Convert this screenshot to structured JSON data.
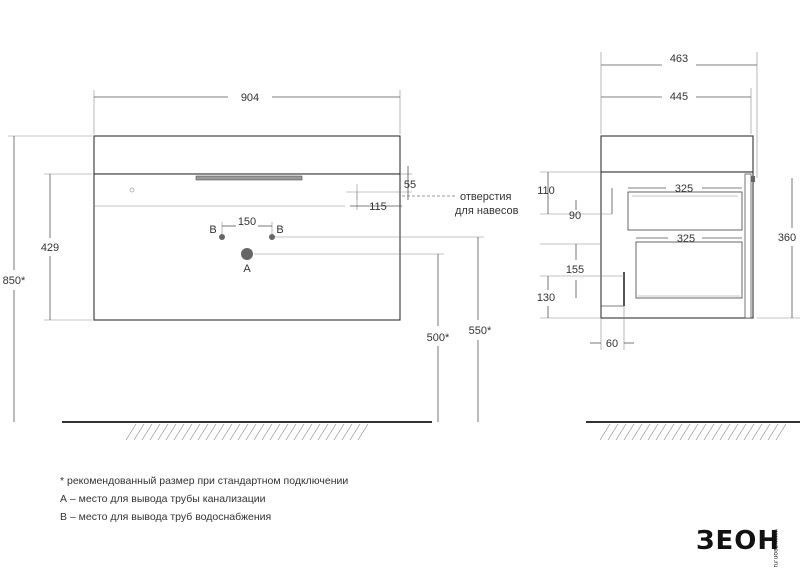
{
  "dimensions": {
    "width_total": "904",
    "height_total": "850*",
    "body_height": "429",
    "hole_offset_v": "55",
    "hole_offset_h": "115",
    "pipe_spacing": "150",
    "drain_height": "500*",
    "water_height": "550*",
    "depth_total": "463",
    "depth_body": "445",
    "d110": "110",
    "d90": "90",
    "drawer_top_depth": "325",
    "drawer_bottom_depth": "325",
    "d155": "155",
    "d130": "130",
    "d60": "60",
    "d360": "360"
  },
  "labels": {
    "point_b_left": "B",
    "point_b_right": "B",
    "point_a": "A",
    "holes_line1": "отверстия",
    "holes_line2": "для навесов"
  },
  "notes": [
    "* рекомендованный размер при стандартном подключении",
    "А – место для вывода трубы канализации",
    "В – место для вывода труб водоснабжения"
  ],
  "logo": {
    "text": "ЗЕОН",
    "side_text": "www.zeon.ru"
  }
}
